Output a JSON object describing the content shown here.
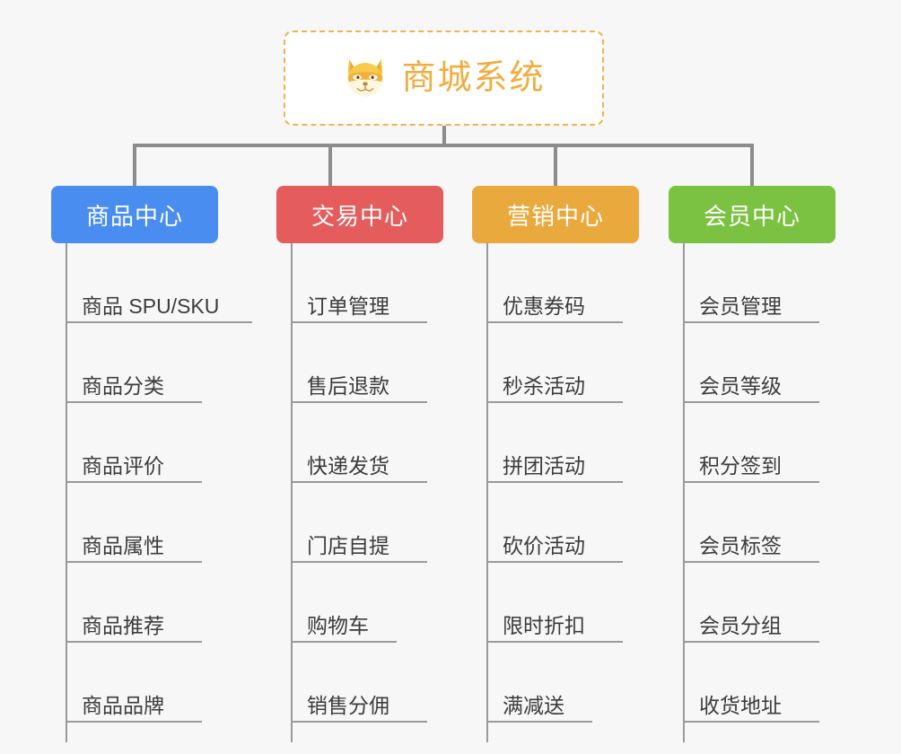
{
  "diagram": {
    "type": "mindmap",
    "background_color": "#f7f7f7",
    "root": {
      "label": "商城系统",
      "icon": "shiba-dog-face-icon",
      "text_color": "#f0ad3e",
      "border_color": "#f0b24a",
      "background_color": "#ffffff"
    },
    "connector_color": "#8c8c8c",
    "branches": [
      {
        "id": "product-center",
        "label": "商品中心",
        "color": "#4a8df0",
        "items": [
          {
            "label": "商品 SPU/SKU",
            "width": "xl"
          },
          {
            "label": "商品分类",
            "width": "md"
          },
          {
            "label": "商品评价",
            "width": "md"
          },
          {
            "label": "商品属性",
            "width": "md"
          },
          {
            "label": "商品推荐",
            "width": "md"
          },
          {
            "label": "商品品牌",
            "width": "md"
          }
        ]
      },
      {
        "id": "trade-center",
        "label": "交易中心",
        "color": "#e45c5c",
        "items": [
          {
            "label": "订单管理",
            "width": "md"
          },
          {
            "label": "售后退款",
            "width": "md"
          },
          {
            "label": "快递发货",
            "width": "md"
          },
          {
            "label": "门店自提",
            "width": "md"
          },
          {
            "label": "购物车",
            "width": "sm"
          },
          {
            "label": "销售分佣",
            "width": "md"
          }
        ]
      },
      {
        "id": "marketing-center",
        "label": "营销中心",
        "color": "#eaa93c",
        "items": [
          {
            "label": "优惠券码",
            "width": "md"
          },
          {
            "label": "秒杀活动",
            "width": "md"
          },
          {
            "label": "拼团活动",
            "width": "md"
          },
          {
            "label": "砍价活动",
            "width": "md"
          },
          {
            "label": "限时折扣",
            "width": "md"
          },
          {
            "label": "满减送",
            "width": "sm"
          }
        ]
      },
      {
        "id": "member-center",
        "label": "会员中心",
        "color": "#7cc242",
        "items": [
          {
            "label": "会员管理",
            "width": "md"
          },
          {
            "label": "会员等级",
            "width": "md"
          },
          {
            "label": "积分签到",
            "width": "md"
          },
          {
            "label": "会员标签",
            "width": "md"
          },
          {
            "label": "会员分组",
            "width": "md"
          },
          {
            "label": "收货地址",
            "width": "md"
          }
        ]
      }
    ]
  }
}
